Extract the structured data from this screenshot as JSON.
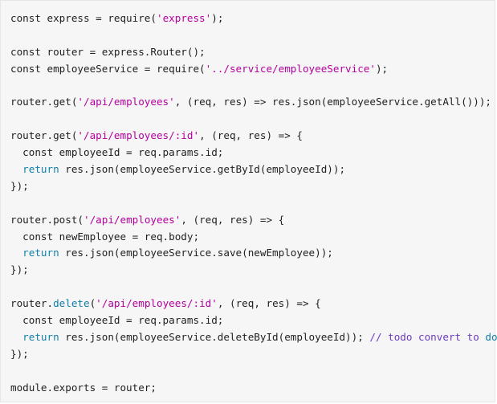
{
  "code": {
    "lines": [
      [
        {
          "t": "const express = require(",
          "c": "plain"
        },
        {
          "t": "'express'",
          "c": "str"
        },
        {
          "t": ");",
          "c": "plain"
        }
      ],
      [],
      [
        {
          "t": "const router = express.Router();",
          "c": "plain"
        }
      ],
      [
        {
          "t": "const employeeService = require(",
          "c": "plain"
        },
        {
          "t": "'../service/employeeService'",
          "c": "str"
        },
        {
          "t": ");",
          "c": "plain"
        }
      ],
      [],
      [
        {
          "t": "router.get(",
          "c": "plain"
        },
        {
          "t": "'/api/employees'",
          "c": "str"
        },
        {
          "t": ", (req, res) => res.json(employeeService.getAll()));",
          "c": "plain"
        }
      ],
      [],
      [
        {
          "t": "router.get(",
          "c": "plain"
        },
        {
          "t": "'/api/employees/:id'",
          "c": "str"
        },
        {
          "t": ", (req, res) => {",
          "c": "plain"
        }
      ],
      [
        {
          "t": "  const employeeId = req.params.id;",
          "c": "plain"
        }
      ],
      [
        {
          "t": "  ",
          "c": "plain"
        },
        {
          "t": "return",
          "c": "kw"
        },
        {
          "t": " res.json(employeeService.getById(employeeId));",
          "c": "plain"
        }
      ],
      [
        {
          "t": "});",
          "c": "plain"
        }
      ],
      [],
      [
        {
          "t": "router.post(",
          "c": "plain"
        },
        {
          "t": "'/api/employees'",
          "c": "str"
        },
        {
          "t": ", (req, res) => {",
          "c": "plain"
        }
      ],
      [
        {
          "t": "  const newEmployee = req.body;",
          "c": "plain"
        }
      ],
      [
        {
          "t": "  ",
          "c": "plain"
        },
        {
          "t": "return",
          "c": "kw"
        },
        {
          "t": " res.json(employeeService.save(newEmployee));",
          "c": "plain"
        }
      ],
      [
        {
          "t": "});",
          "c": "plain"
        }
      ],
      [],
      [
        {
          "t": "router.",
          "c": "plain"
        },
        {
          "t": "delete",
          "c": "kw"
        },
        {
          "t": "(",
          "c": "plain"
        },
        {
          "t": "'/api/employees/:id'",
          "c": "str"
        },
        {
          "t": ", (req, res) => {",
          "c": "plain"
        }
      ],
      [
        {
          "t": "  const employeeId = req.params.id;",
          "c": "plain"
        }
      ],
      [
        {
          "t": "  ",
          "c": "plain"
        },
        {
          "t": "return",
          "c": "kw"
        },
        {
          "t": " res.json(employeeService.deleteById(employeeId)); ",
          "c": "plain"
        },
        {
          "t": "// todo convert to ",
          "c": "cmt"
        },
        {
          "t": "do",
          "c": "kw"
        }
      ],
      [
        {
          "t": "});",
          "c": "plain"
        }
      ],
      [],
      [
        {
          "t": "module.exports = router;",
          "c": "plain"
        }
      ]
    ]
  },
  "colors": {
    "background": "#f6f6f6",
    "text": "#1f1f1f",
    "string": "#b4009e",
    "keyword": "#0f7ea8",
    "comment": "#6c3bc1"
  }
}
